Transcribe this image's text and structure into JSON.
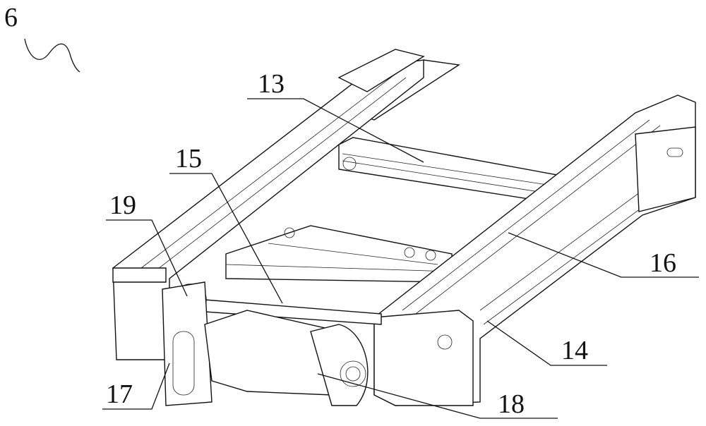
{
  "figure": {
    "reference_numerals": {
      "assembly": "6",
      "cross_beam": "13",
      "side_rail": "14",
      "drive_shaft": "15",
      "guide_strip": "16",
      "chain_housing": "17",
      "motor": "18",
      "sprocket": "19"
    }
  }
}
